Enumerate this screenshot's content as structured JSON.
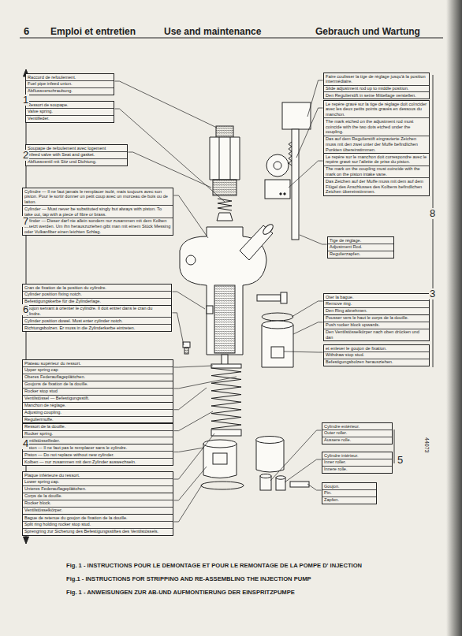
{
  "diagram": {
    "caption": "Fig. 1 - INSTRUCTIONS POUR LE DEMONTAGE ET POUR LE REMONTAGE DE LA POMPE D' INJECTION",
    "nodes": [
      {
        "text": [
          "Raccord de refoulement.",
          "Fuel pipe infeed union.",
          "Abflussverschraubung."
        ]
      },
      {
        "text": [
          "Ressort de soupape.",
          "Valve spring.",
          "Ventilfeder."
        ]
      },
      {
        "text": [
          "Soupape de refoulement avec logement",
          "Infeed valve with Seat and gasket.",
          "Abflussventil mit Sitz und Dichtung."
        ]
      },
      {
        "text": [
          "Cylindre — Il ne faut jamais le remplacer isolé, mais toujours avec son piston. Pour le sortir donner un petit coup avec un morceau de bois ou de laiton.",
          "Cylinder — Must never be substituted singly but always with piston. To take out, tap with a piece of fibre or brass.",
          "Zylinder — Dieser darf nie allein sondern nur zusammen mit dem Kolben ersetzt werden. Um ihn herauszuziehen gibt man mit einem Stück Messing oder Vulkanfiber einen leichten Schlag."
        ]
      },
      {
        "text": [
          "Cran de fixation de la position du cylindre.",
          "Cylinder position fixing notch.",
          "Befestigungskerbe für die Zylinderlage."
        ]
      },
      {
        "text": [
          "Goujon servant à orienter le cylindre. Il doit entrer dans le cran du cylindre.",
          "Cylinder position dowel. Must enter cylinder notch.",
          "Richtungsbolzen. Er muss in die Zylinderkerbe eintreten."
        ]
      },
      {
        "text": [
          "Plateau supérieur du ressort.",
          "Upper spring cap",
          "Oberes Federauflageplättchen."
        ]
      },
      {
        "text": [
          "Goujons de fixation de la douille.",
          "Rocker stop stud",
          "Ventilstössel — Befestigungsstift."
        ]
      },
      {
        "text": [
          "Manchon de réglage.",
          "Adjusting coupling.",
          "Regulierrnuffe."
        ]
      },
      {
        "text": [
          "Ressort de la douille.",
          "Rocker spring.",
          "Ventilstösselfeder."
        ]
      },
      {
        "text": [
          "Piston — Il ne faut pas le remplacer sans le cylindre.",
          "Piston — Do not replace without new cylinder.",
          "Kolben — nur zusammen mit dem Zylinder auswechseln."
        ]
      },
      {
        "text": [
          "Plaque inférieure du ressort.",
          "Lower spring cap.",
          "Unteres Federauflageplättchen."
        ]
      },
      {
        "text": [
          "Corps de la douille.",
          "Rocker block.",
          "Ventilstösselkörper."
        ]
      },
      {
        "text": [
          "Bague de retenue du goujon de fixation de la douille.",
          "Split ring holding rocker stop stud.",
          "Sprengring zur Sicherung des Befestigungsstiftes des Ventilstössels."
        ]
      },
      {
        "text": [
          "Faire coulisser la tige de réglage jusqu'à la position intermédiaire.",
          "Slide adjustment rod up to middle position.",
          "Den Regulierstift in seine Mittellage verstellen."
        ]
      },
      {
        "text": [
          "Le repère gravé sur la tige de réglage doit coïncider avec les deux petits points gravés en dessous du manchon.",
          "The mark etched on the adjustment rod must coincide with the two dots etched under the coupling.",
          "Das auf dem Regulierstift eingravierte Zeichen muss mit den zwei unter der Muffe befindlichen Punkten übereinstimmen."
        ]
      },
      {
        "text": [
          "Le repère sur le manchon doit correspondre avec le repère gravé sur l'ailette de prise du piston.",
          "The mark on the coupling must coincide with the mark on the piston intake vane.",
          "Das Zeichen auf der Muffe muss mit dem auf dem Flügel des Anschlusses des Kolbens befindlichen Zeichen übereinstimmen."
        ]
      },
      {
        "text": [
          "Tige de réglage.",
          "Adjustment Rod.",
          "Regulierzapfen."
        ]
      },
      {
        "text": [
          "Oter la bague.",
          "Remove ring.",
          "Den Ring abnehmen."
        ]
      },
      {
        "text": [
          "Pousser vers le haut le corps de la douille.",
          "Push rocker block upwards.",
          "Den Ventilstösselkörper nach oben drücken und dan"
        ]
      },
      {
        "text": [
          "et enlever le goujon de fixation.",
          "Withdraw stop stud.",
          "Befestigungsbolzen herausziehen."
        ]
      },
      {
        "text": [
          "Cylindre extérieur.",
          "Outer roller.",
          "Aussere rolle."
        ]
      },
      {
        "text": [
          "Cylindre intérieur.",
          "Inner roller.",
          "Innere rolle."
        ]
      },
      {
        "text": [
          "Goujon.",
          "Pin.",
          "Zapfen."
        ]
      }
    ],
    "labels": [
      "6",
      "Emploi et entretien",
      "Use and maintenance",
      "Gebrauch und Wartung",
      "1",
      "2",
      "7",
      "6",
      "4",
      "5",
      "3",
      "8",
      "44073",
      "Fig.1 - INSTRUCTIONS FOR STRIPPING AND RE-ASSEMBLING THE INJECTION PUMP",
      "Fig. 1 - ANWEISUNGEN ZUR AB-UND AUFMONTIERUNG DER EINSPRITZPUMPE"
    ]
  }
}
